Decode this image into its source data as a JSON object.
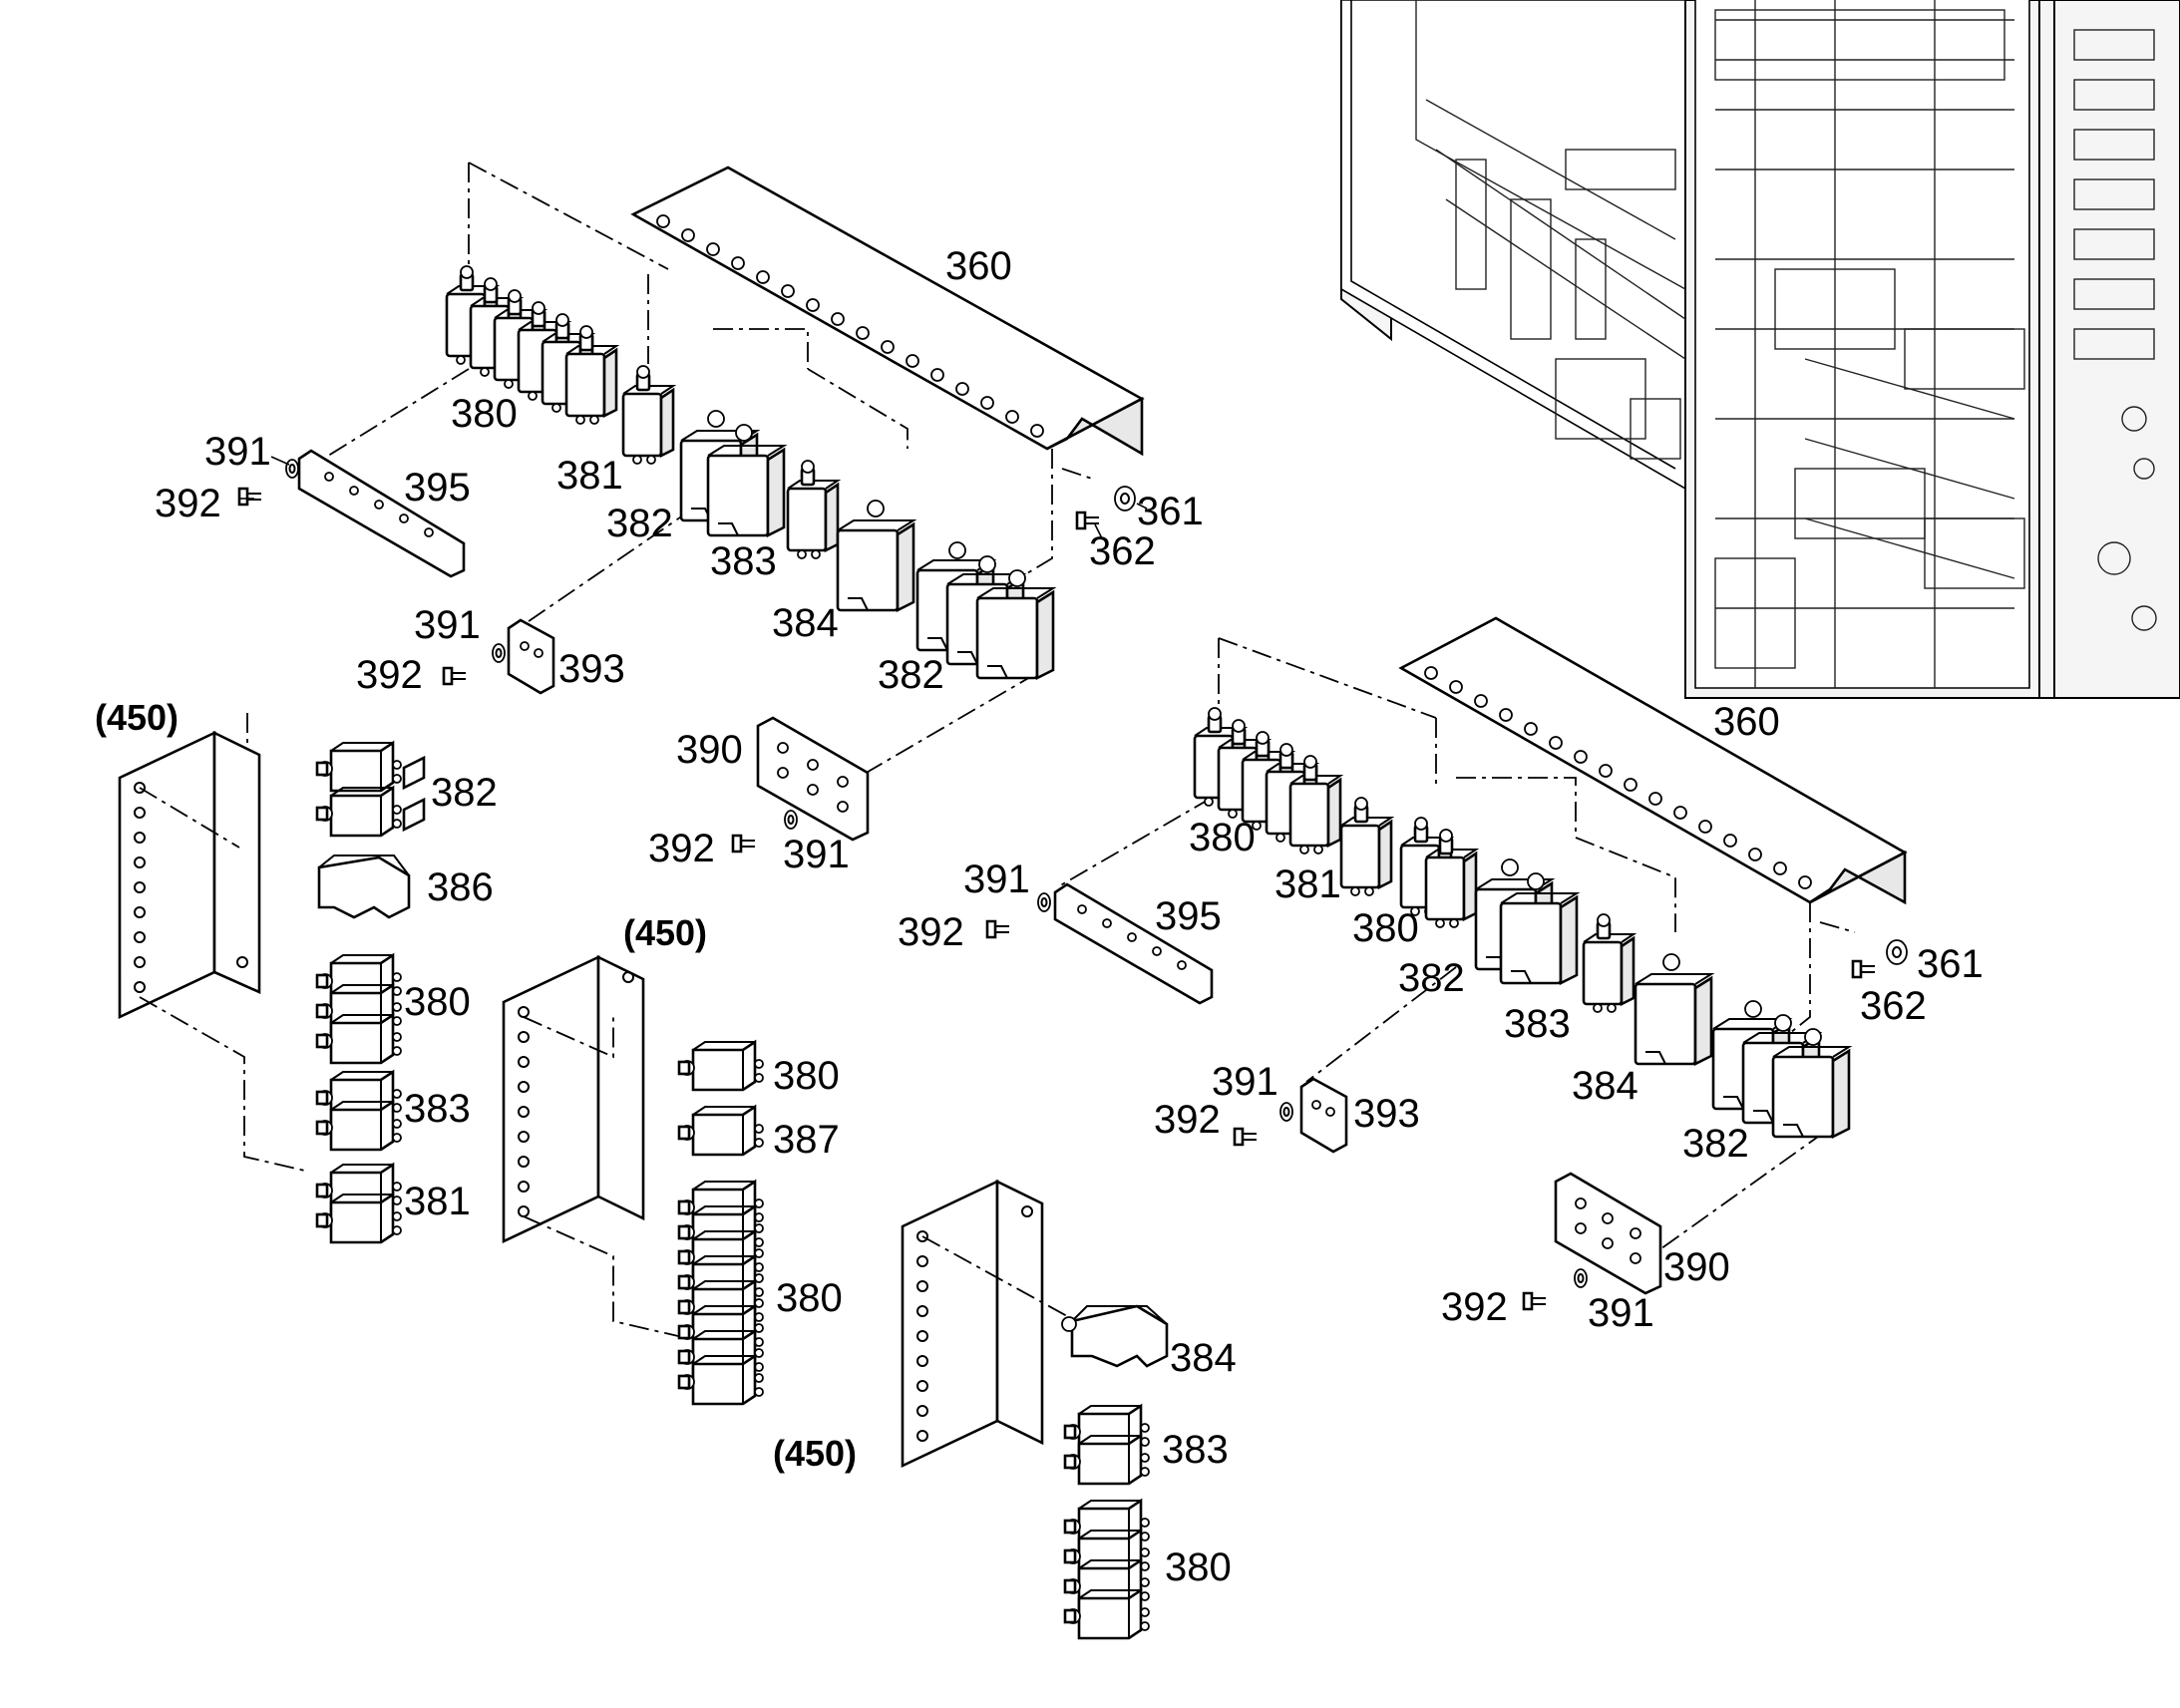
{
  "callouts": {
    "c360a": "360",
    "c361a": "361",
    "c362a": "362",
    "c380a": "380",
    "c381a": "381",
    "c382a": "382",
    "c383a": "383",
    "c384a": "384",
    "c382b": "382",
    "c391a": "391",
    "c392a": "392",
    "c395a": "395",
    "c391b": "391",
    "c392b": "392",
    "c393a": "393",
    "c390a": "390",
    "c392c": "392",
    "c391c": "391",
    "c360b": "360",
    "c361b": "361",
    "c362b": "362",
    "c380b": "380",
    "c381b": "381",
    "c380c": "380",
    "c382c": "382",
    "c383b": "383",
    "c384b": "384",
    "c382d": "382",
    "c391d": "391",
    "c392d": "392",
    "c395b": "395",
    "c391e": "391",
    "c392e": "392",
    "c393b": "393",
    "c390b": "390",
    "c392f": "392",
    "c391f": "391",
    "g450a": "(450)",
    "g382": "382",
    "g386": "386",
    "g380": "380",
    "g383": "383",
    "g381": "381",
    "g450b": "(450)",
    "h380a": "380",
    "h387": "387",
    "h380b": "380",
    "g450c": "(450)",
    "k384": "384",
    "k383": "383",
    "k380": "380"
  },
  "colors": {
    "line": "#000000",
    "background": "#ffffff",
    "shade": "#e8e8e8"
  },
  "icons": [
    "circuit-breaker-icon",
    "mounting-bracket-icon",
    "bus-bar-icon",
    "screw-icon",
    "washer-icon",
    "control-cabinet-icon"
  ]
}
